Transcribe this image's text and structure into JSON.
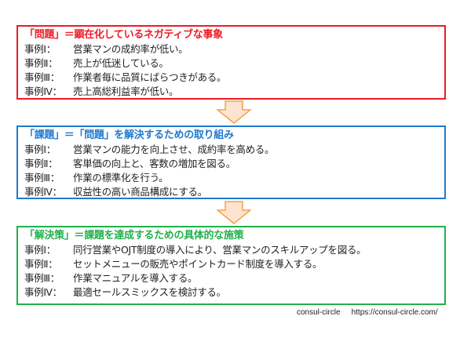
{
  "boxes": [
    {
      "id": "problem",
      "color": "#ee1c24",
      "title": "「問題」＝顕在化しているネガティブな事象",
      "items": [
        {
          "label": "事例Ⅰ：",
          "text": "営業マンの成約率が低い。"
        },
        {
          "label": "事例Ⅱ：",
          "text": "売上が低迷している。"
        },
        {
          "label": "事例Ⅲ：",
          "text": "作業者毎に品質にばらつきがある。"
        },
        {
          "label": "事例Ⅳ：",
          "text": "売上高総利益率が低い。"
        }
      ]
    },
    {
      "id": "issue",
      "color": "#1f7ad0",
      "title": "「課題」＝「問題」を解決するための取り組み",
      "items": [
        {
          "label": "事例Ⅰ：",
          "text": "営業マンの能力を向上させ、成約率を高める。"
        },
        {
          "label": "事例Ⅱ：",
          "text": "客単価の向上と、客数の増加を図る。"
        },
        {
          "label": "事例Ⅲ：",
          "text": "作業の標準化を行う。"
        },
        {
          "label": "事例Ⅳ：",
          "text": "収益性の高い商品構成にする。"
        }
      ]
    },
    {
      "id": "solution",
      "color": "#21b04b",
      "title": "「解決策」＝課題を達成するための具体的な施策",
      "items": [
        {
          "label": "事例Ⅰ：",
          "text": "同行営業やOJT制度の導入により、営業マンのスキルアップを図る。"
        },
        {
          "label": "事例Ⅱ：",
          "text": "セットメニューの販売やポイントカード制度を導入する。"
        },
        {
          "label": "事例Ⅲ：",
          "text": "作業マニュアルを導入する。"
        },
        {
          "label": "事例Ⅳ：",
          "text": "最適セールスミックスを検討する。"
        }
      ]
    }
  ],
  "arrows": {
    "icon": "down-arrow-icon",
    "fill": "#fde4d0",
    "stroke": "#f5a04a"
  },
  "footer": {
    "brand": "consul-circle",
    "url": "https://consul-circle.com/"
  }
}
